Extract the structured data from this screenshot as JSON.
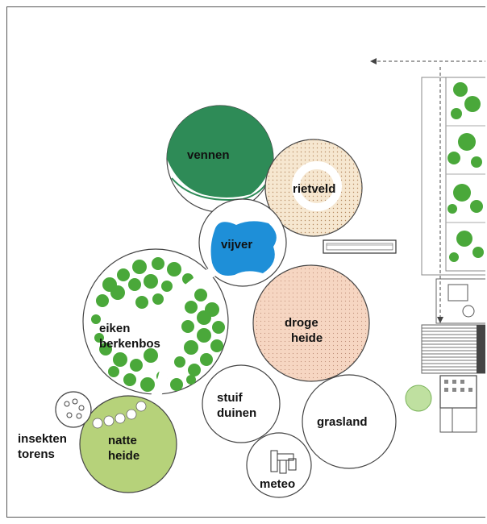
{
  "zones": {
    "vennen": "vennen",
    "rietveld": "rietveld",
    "vijver": "vijver",
    "eiken_line1": "eiken",
    "eiken_line2": "berkenbos",
    "droge_line1": "droge",
    "droge_line2": "heide",
    "stuif_line1": "stuif",
    "stuif_line2": "duinen",
    "grasland": "grasland",
    "natte_line1": "natte",
    "natte_line2": "heide",
    "insekten_line1": "insekten",
    "insekten_line2": "torens",
    "meteo": "meteo"
  },
  "colors": {
    "vennen": "#2e8b57",
    "vijver": "#1e8fd8",
    "rietveld": "#f6e7d0",
    "droge_heide": "#f6d6c2",
    "natte_heide": "#b6d27a",
    "tree_green": "#4aa83a",
    "outline": "#444444"
  }
}
